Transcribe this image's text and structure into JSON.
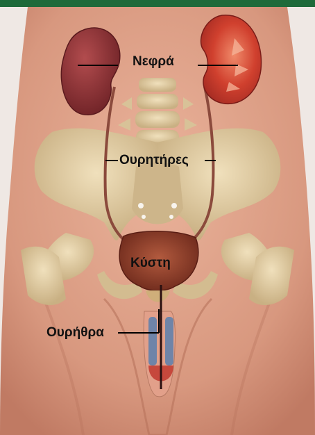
{
  "labels": {
    "kidneys": "Νεφρά",
    "ureters": "Ουρητήρες",
    "bladder": "Κύστη",
    "urethra": "Ουρήθρα"
  },
  "colors": {
    "header_bar": "#1e6a3a",
    "skin": "#e2a68e",
    "bone": "#ddc9a0",
    "kidney_left": "#8c3034",
    "kidney_right": "#c23a2c",
    "bladder": "#8a3a28",
    "leader_line": "#000000"
  }
}
